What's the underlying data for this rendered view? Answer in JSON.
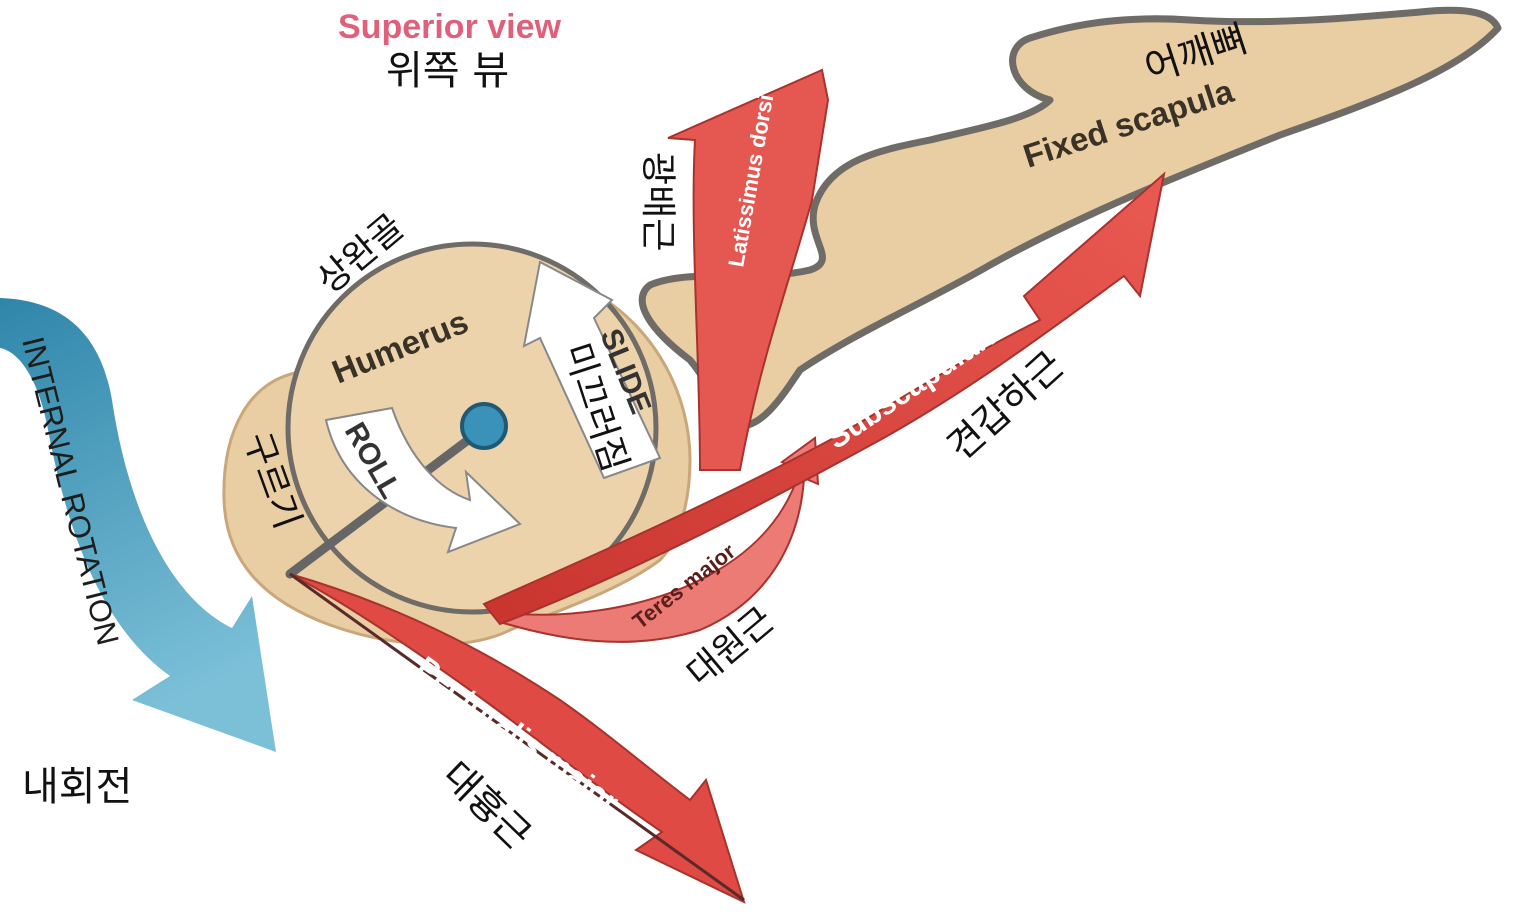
{
  "title": {
    "en": "Superior view",
    "ko": "위쪽 뷰"
  },
  "labels": {
    "humerus_en": "Humerus",
    "humerus_ko": "상완골",
    "roll_en": "ROLL",
    "roll_ko": "구르기",
    "slide_en": "SLIDE",
    "slide_ko": "미끄러짐",
    "scapula_en": "Fixed scapula",
    "scapula_ko": "어깨뼈",
    "latissimus_en": "Latissimus dorsi",
    "latissimus_ko": "광배근",
    "subscapularis_en": "Subscapularis",
    "subscapularis_ko": "견갑하근",
    "teres_en": "Teres major",
    "teres_ko": "대원근",
    "pectoralis_en": "Pectoralis major",
    "pectoralis_ko": "대흉근",
    "rotation_en": "INTERNAL ROTATION",
    "rotation_ko": "내회전"
  },
  "colors": {
    "bone": "#e9cda3",
    "bone_outline": "#6f6b66",
    "muscle": "#df4a45",
    "muscle_light": "#ec7b76",
    "rotation_arrow": "#4a9bb8",
    "axis_dot": "#3a92b8",
    "title": "#e0607a"
  }
}
